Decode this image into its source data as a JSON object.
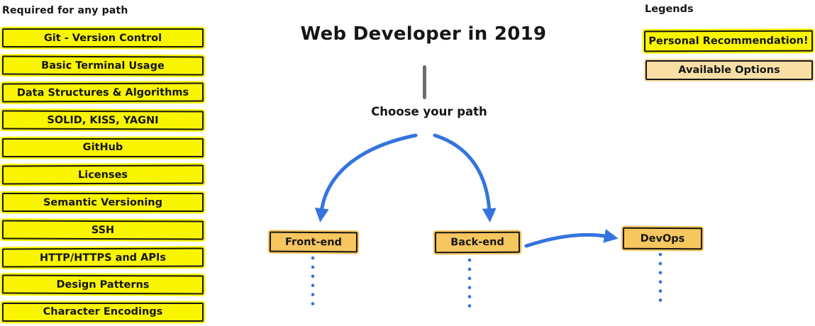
{
  "colors": {
    "yellow": "#F9F500",
    "tan": "#F6C65F",
    "light-tan": "#F8DFA6",
    "blue": "#3574DE",
    "ink": "#161616",
    "gray-line": "#6C6C6C"
  },
  "left_panel": {
    "heading": "Required for any path",
    "items": [
      "Git - Version Control",
      "Basic Terminal Usage",
      "Data Structures & Algorithms",
      "SOLID, KISS, YAGNI",
      "GitHub",
      "Licenses",
      "Semantic Versioning",
      "SSH",
      "HTTP/HTTPS and APIs",
      "Design Patterns",
      "Character Encodings"
    ]
  },
  "center": {
    "title": "Web Developer in 2019",
    "subtitle": "Choose your path",
    "paths": [
      {
        "label": "Front-end"
      },
      {
        "label": "Back-end"
      },
      {
        "label": "DevOps"
      }
    ]
  },
  "legends": {
    "heading": "Legends",
    "items": [
      {
        "label": "Personal Recommendation!",
        "type": "personal-recommendation"
      },
      {
        "label": "Available Options",
        "type": "available-option"
      }
    ]
  }
}
